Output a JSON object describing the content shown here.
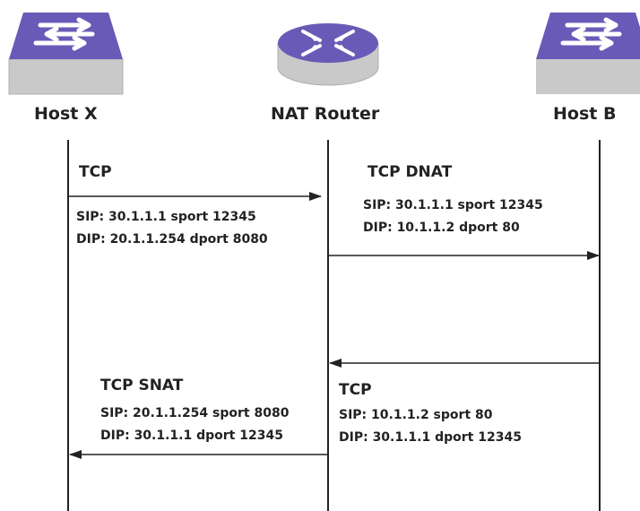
{
  "nodes": {
    "host_x": {
      "label": "Host X",
      "icon": "switch-icon"
    },
    "nat_router": {
      "label": "NAT Router",
      "icon": "router-icon"
    },
    "host_b": {
      "label": "Host B",
      "icon": "switch-icon"
    }
  },
  "messages": [
    {
      "title": "TCP",
      "sip": "SIP: 30.1.1.1 sport 12345",
      "dip": "DIP: 20.1.1.254 dport 8080"
    },
    {
      "title": "TCP DNAT",
      "sip": "SIP: 30.1.1.1 sport 12345",
      "dip": "DIP: 10.1.1.2 dport 80"
    },
    {
      "title": "TCP",
      "sip": "SIP: 10.1.1.2 sport 80",
      "dip": "DIP: 30.1.1.1 dport 12345"
    },
    {
      "title": "TCP SNAT",
      "sip": "SIP: 20.1.1.254 sport 8080",
      "dip": "DIP: 30.1.1.1 dport 12345"
    }
  ],
  "colors": {
    "device_top": "#6a5ab7",
    "device_body": "#c9c9c9",
    "device_body_shade": "#b3b3b3",
    "arrow": "#6a5ab7",
    "line": "#222222",
    "text": "#222222"
  }
}
